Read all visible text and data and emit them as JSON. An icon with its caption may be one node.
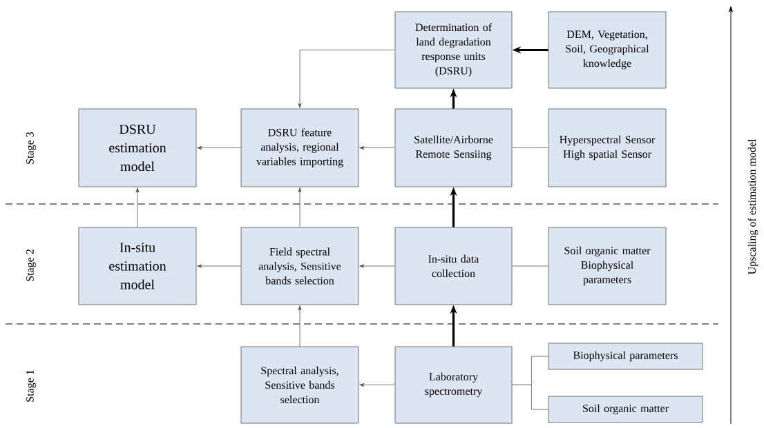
{
  "diagram": {
    "nodes": [
      {
        "text": [
          "Determination of land degradation response units (DSRU)"
        ]
      },
      {
        "text": [
          "DEM, Vegetation, Soil, Geographical knowledge"
        ]
      },
      {
        "text": [
          "DSRU estimation model"
        ]
      },
      {
        "text": [
          "DSRU feature analysis, regional variables importing"
        ]
      },
      {
        "text": [
          "Satellite/Airborne Remote Sensiing"
        ]
      },
      {
        "text": [
          "Hyperspectral Sensor High spatial Sensor"
        ]
      },
      {
        "text": [
          "In-situ estimation model"
        ]
      },
      {
        "text": [
          "Field spectral analysis, Sensitive bands selection"
        ]
      },
      {
        "text": [
          "In-situ data collection"
        ]
      },
      {
        "text": [
          "Soil organic matter Biophysical parameters"
        ]
      },
      {
        "text": [
          "Spectral analysis, Sensitive bands selection"
        ]
      },
      {
        "text": [
          "Laboratory spectrometry"
        ]
      },
      {
        "text": [
          "Biophysical parameters"
        ]
      },
      {
        "text": [
          "Soil organic matter"
        ]
      }
    ],
    "edges": [
      {
        "from": 1,
        "to": 0,
        "arrow": "to",
        "style": "thick"
      },
      {
        "from": 0,
        "to": 3,
        "arrow": "to"
      },
      {
        "from": 4,
        "to": 0,
        "arrow": "to",
        "style": "thick"
      },
      {
        "from": 4,
        "to": 3,
        "arrow": "to"
      },
      {
        "from": 3,
        "to": 2,
        "arrow": "to"
      },
      {
        "from": 5,
        "to": 4,
        "arrow": "none"
      },
      {
        "from": 6,
        "to": 2,
        "arrow": "to"
      },
      {
        "from": 7,
        "to": 3,
        "arrow": "to"
      },
      {
        "from": 8,
        "to": 4,
        "arrow": "to",
        "style": "thick"
      },
      {
        "from": 8,
        "to": 7,
        "arrow": "to"
      },
      {
        "from": 7,
        "to": 6,
        "arrow": "to"
      },
      {
        "from": 9,
        "to": 8,
        "arrow": "none"
      },
      {
        "from": 10,
        "to": 7,
        "arrow": "to"
      },
      {
        "from": 11,
        "to": 8,
        "arrow": "to",
        "style": "thick"
      },
      {
        "from": 11,
        "to": 10,
        "arrow": "to"
      },
      {
        "from": 11,
        "to": 12,
        "arrow": "none"
      },
      {
        "from": 11,
        "to": 13,
        "arrow": "none"
      }
    ],
    "labels": [
      "Stage 3",
      "Stage 2",
      "Stage 1",
      "Upscaling of estimation model"
    ]
  }
}
